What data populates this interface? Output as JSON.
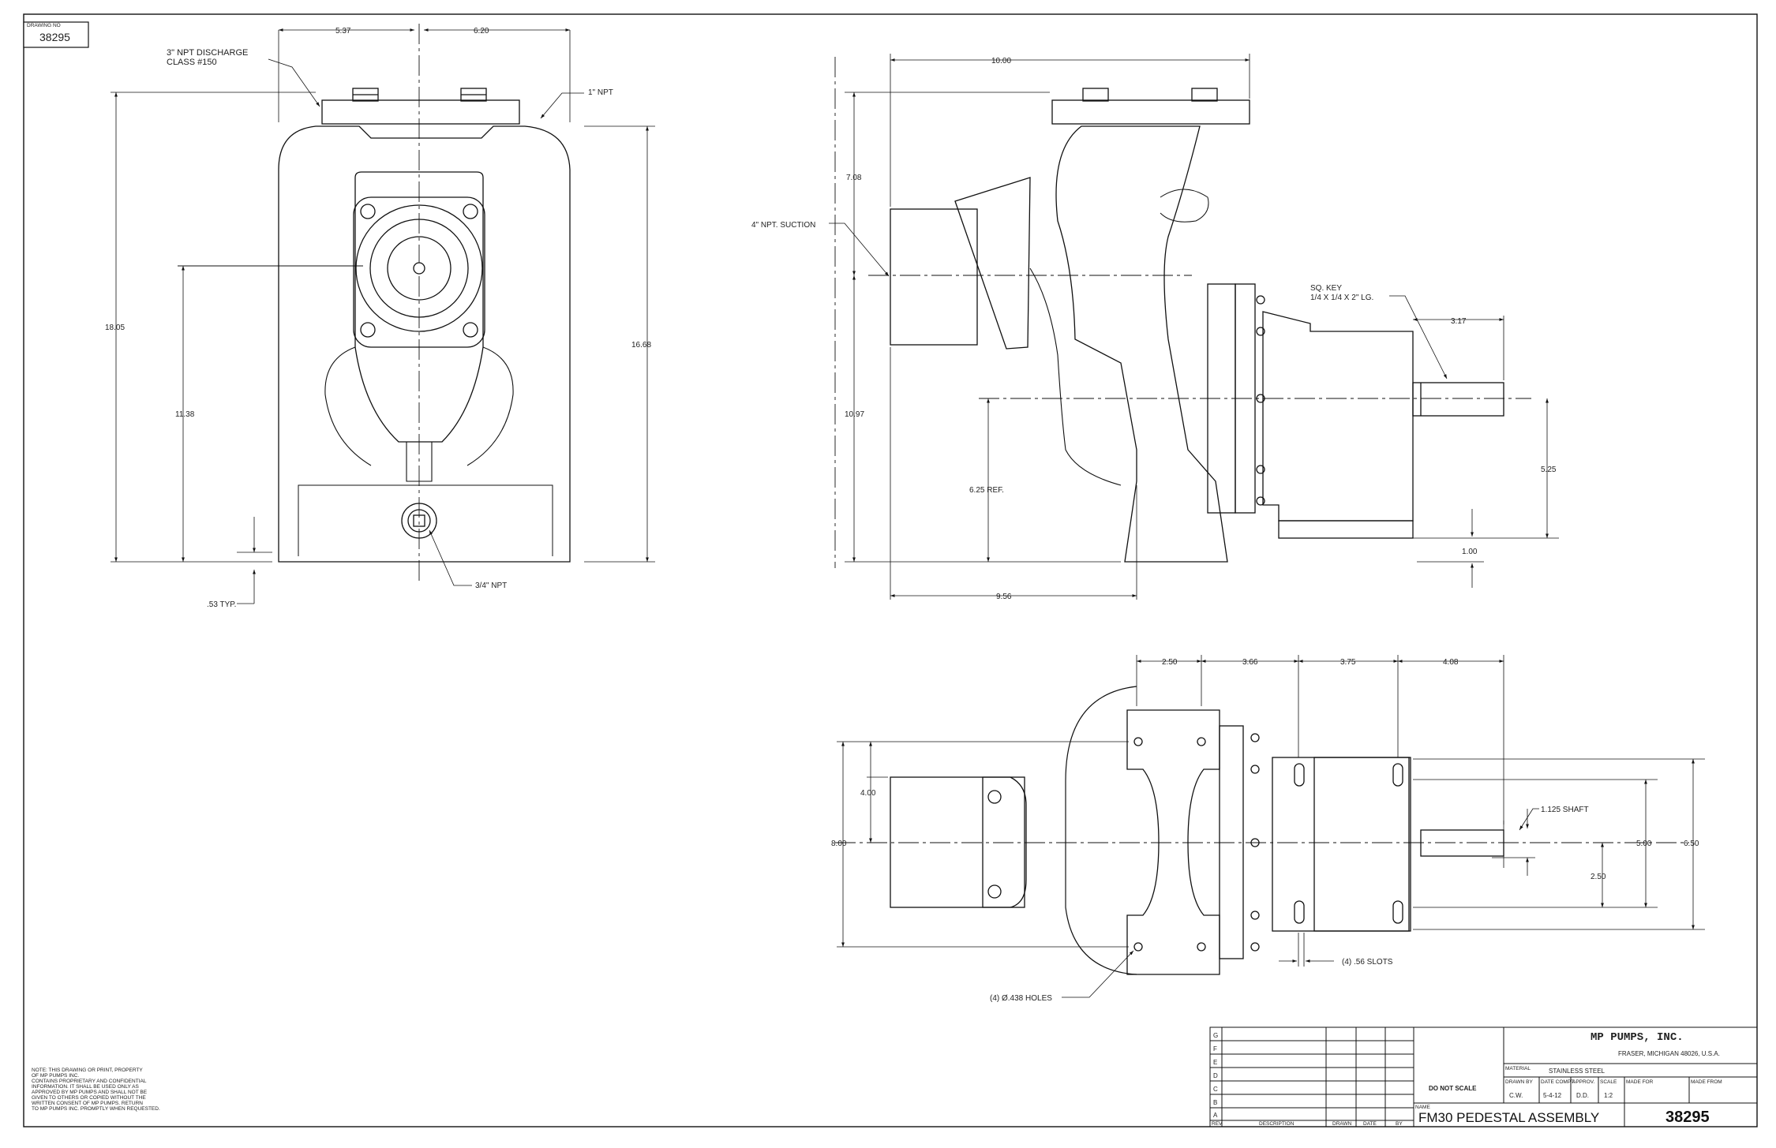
{
  "drawing_no_label": "DRAWING NO",
  "drawing_no": "38295",
  "front_view": {
    "width_left": "5.37",
    "width_right": "6.20",
    "discharge_note_1": "3\" NPT DISCHARGE",
    "discharge_note_2": "CLASS #150",
    "npt_top": "1\" NPT",
    "height_total": "18.05",
    "height_body": "16.68",
    "height_center": "11.38",
    "drain_npt": "3/4\" NPT",
    "foot_thickness": ".53 TYP."
  },
  "side_view": {
    "overall_length": "10.00",
    "upper_height": "7.08",
    "lower_height": "10.97",
    "suction": "4\" NPT. SUCTION",
    "key_note_1": "SQ. KEY",
    "key_note_2": "1/4 X 1/4 X 2\" LG.",
    "shaft_extension": "3.17",
    "shaft_height": "5.25",
    "ref_height": "6.25 REF.",
    "base_offset": "1.00",
    "base_length": "9.56"
  },
  "plan_view": {
    "dim_a": "2.50",
    "dim_b": "3.66",
    "dim_c": "3.75",
    "dim_d": "4.08",
    "half_width": "4.00",
    "total_width": "8.00",
    "shaft_note": "1.125 SHAFT",
    "pedestal_width": "5.00",
    "overall_width": "6.50",
    "pedestal_half": "2.50",
    "slots": "(4) .56 SLOTS",
    "holes": "(4) Ø.438 HOLES"
  },
  "note": [
    "NOTE: THIS DRAWING OR PRINT, PROPERTY",
    "OF MP PUMPS INC.",
    "CONTAINS PROPRIETARY AND CONFIDENTIAL",
    "INFORMATION. IT SHALL BE USED ONLY AS",
    "APPROVED BY MP PUMPS AND SHALL NOT BE",
    "GIVEN TO OTHERS OR COPIED WITHOUT THE",
    "WRITTEN CONSENT OF MP PUMPS. RETURN",
    "TO MP PUMPS INC. PROMPTLY WHEN REQUESTED."
  ],
  "revision_block": {
    "letters": [
      "G",
      "F",
      "E",
      "D",
      "C",
      "B",
      "A"
    ],
    "rev_header": "REV",
    "description_header": "DESCRIPTION",
    "drawn_header": "DRAWN",
    "date_header": "DATE",
    "by_header": "BY"
  },
  "title_block": {
    "company": "MP PUMPS, INC.",
    "address": "FRASER, MICHIGAN 48026, U.S.A.",
    "material_label": "MATERIAL",
    "material": "STAINLESS STEEL",
    "do_not_scale": "DO NOT SCALE",
    "drawn_by_label": "DRAWN BY",
    "drawn_by": "C.W.",
    "date_label": "DATE COMPT.",
    "date": "5-4-12",
    "approved_label": "APPROV.",
    "approved": "D.D.",
    "scale_label": "SCALE",
    "scale": "1:2",
    "made_for_label": "MADE FOR",
    "made_from_label": "MADE FROM",
    "name_label": "NAME",
    "name": "FM30 PEDESTAL ASSEMBLY",
    "number": "38295"
  }
}
